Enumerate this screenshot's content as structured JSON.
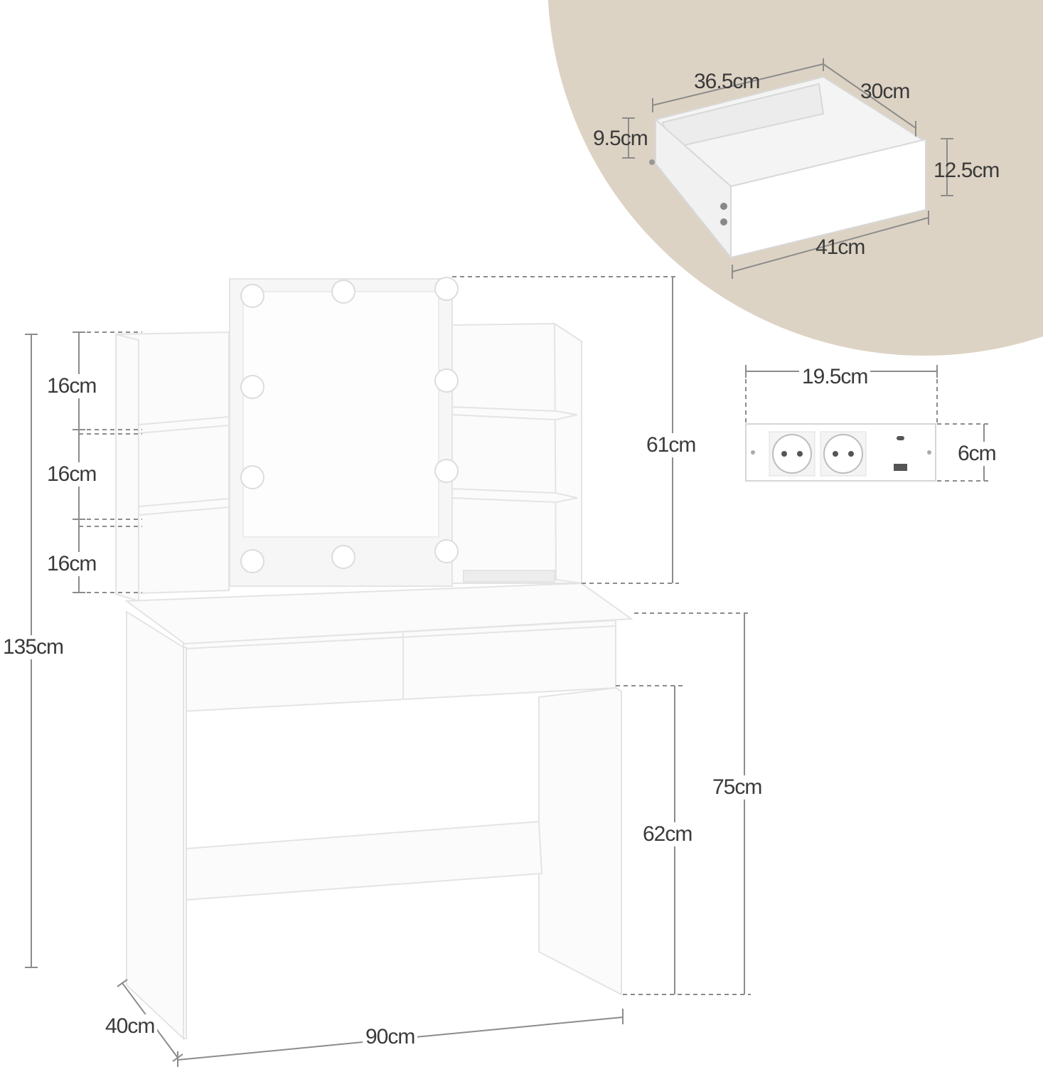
{
  "colors": {
    "background": "#ffffff",
    "accent_circle": "#ddd3c4",
    "dimension_line": "#8c8c8c",
    "furniture_white": "#fbfbfb",
    "furniture_edge": "#e4e4e4"
  },
  "dimensions": {
    "shelf_1": "16cm",
    "shelf_2": "16cm",
    "shelf_3": "16cm",
    "total_height": "135cm",
    "depth": "40cm",
    "width": "90cm",
    "mirror_height": "61cm",
    "table_height": "75cm",
    "leg_clearance": "62cm"
  },
  "drawer": {
    "front_width": "36.5cm",
    "side_depth": "30cm",
    "inner_height": "9.5cm",
    "outer_height": "12.5cm",
    "bottom_width": "41cm"
  },
  "power_strip": {
    "width": "19.5cm",
    "height": "6cm"
  }
}
